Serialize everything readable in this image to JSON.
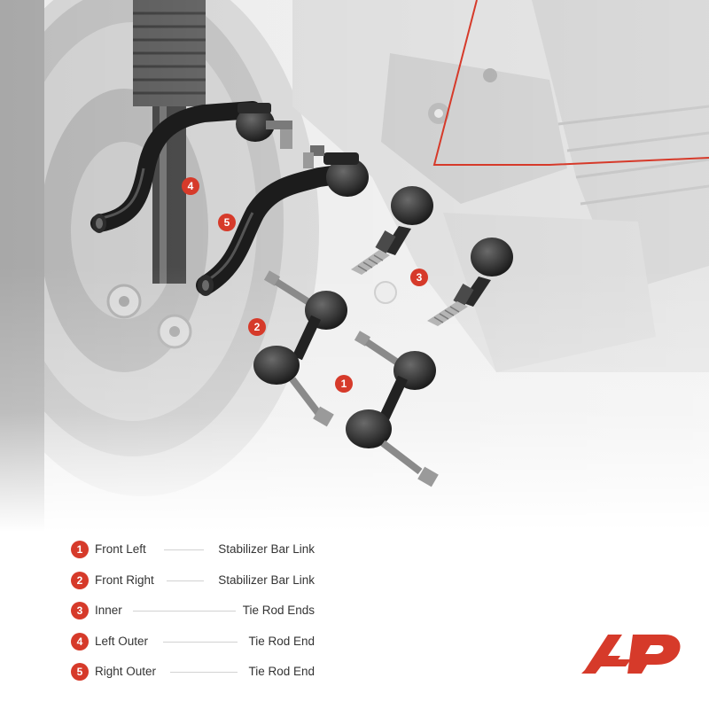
{
  "callouts": {
    "one": "1",
    "two": "2",
    "three": "3",
    "four": "4",
    "five": "5"
  },
  "legend": [
    {
      "number": "1",
      "left": "Front Left",
      "right": "Stabilizer Bar Link"
    },
    {
      "number": "2",
      "left": "Front Right",
      "right": "Stabilizer Bar Link"
    },
    {
      "number": "3",
      "left": "Inner",
      "right": "Tie Rod Ends"
    },
    {
      "number": "4",
      "left": "Left Outer",
      "right": "Tie Rod End"
    },
    {
      "number": "5",
      "left": "Right Outer",
      "right": "Tie Rod End"
    }
  ],
  "colors": {
    "accent": "#d63a2a",
    "text": "#333333",
    "part": "#1c1c1c"
  },
  "logo_icon": "a-premium-logo-icon"
}
